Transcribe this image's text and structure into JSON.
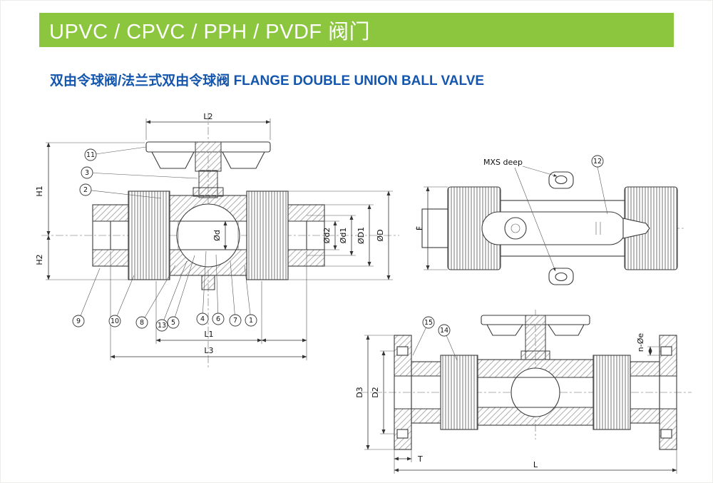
{
  "banner": {
    "title": "UPVC / CPVC / PPH / PVDF 阀门",
    "bg_color": "#8cc63f",
    "text_color": "#ffffff"
  },
  "subtitle": {
    "cn": "双由令球阀/法兰式双由令球阀",
    "en": "FLANGE DOUBLE UNION BALL VALVE",
    "color": "#1456ad"
  },
  "front_view": {
    "dims": {
      "L2": "L2",
      "H1": "H1",
      "H2": "H2",
      "d": "Ød",
      "d2": "Ød2",
      "d1": "Ød1",
      "D1": "ØD1",
      "D": "ØD",
      "L1": "L1",
      "L3": "L3"
    },
    "callouts": {
      "c1": "1",
      "c2": "2",
      "c3": "3",
      "c4": "4",
      "c5": "5",
      "c6": "6",
      "c7": "7",
      "c8": "8",
      "c9": "9",
      "c10": "10",
      "c11": "11",
      "c13": "13"
    }
  },
  "side_view": {
    "mxs_label": "MXS deep",
    "dims": {
      "F": "F"
    },
    "callouts": {
      "c12": "12"
    }
  },
  "flange_view": {
    "dims": {
      "D3": "D3",
      "D2": "D2",
      "T": "T",
      "L": "L",
      "ne": "n-Øe"
    },
    "callouts": {
      "c14": "14",
      "c15": "15"
    }
  }
}
